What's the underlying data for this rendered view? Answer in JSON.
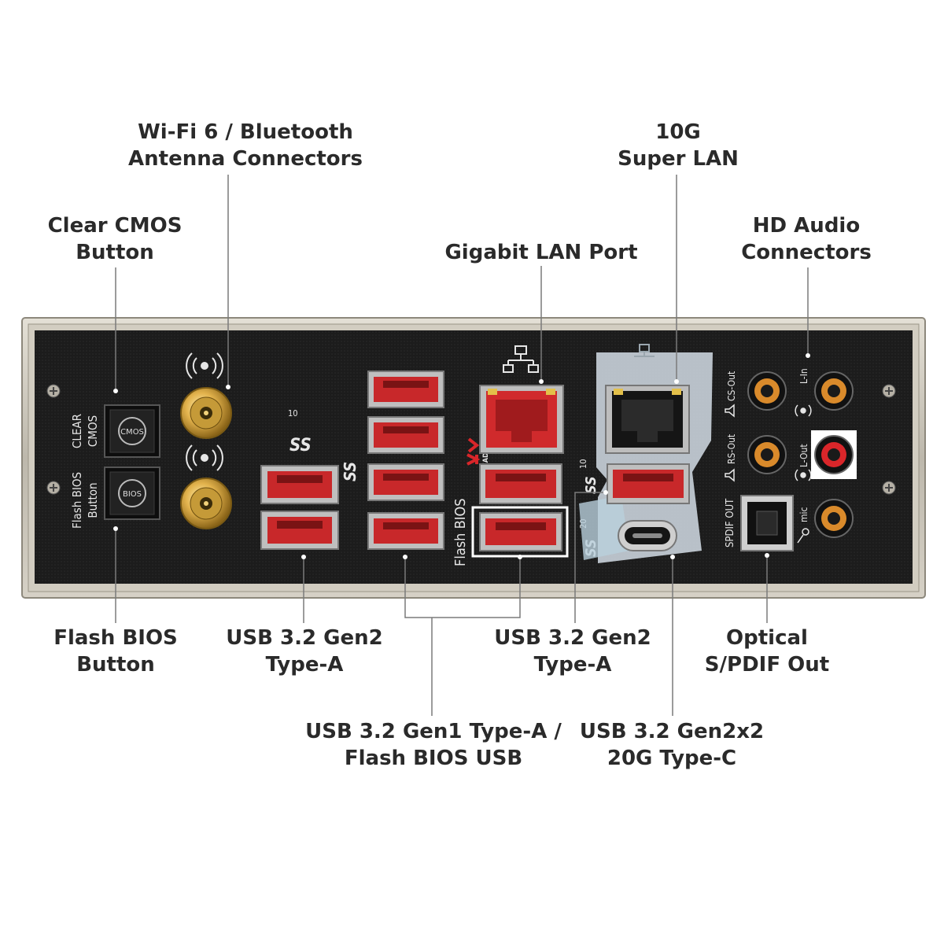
{
  "callouts": {
    "wifi": {
      "line1": "Wi-Fi 6 / Bluetooth",
      "line2": "Antenna Connectors"
    },
    "lan10g": {
      "line1": "10G",
      "line2": "Super LAN"
    },
    "clear_cmos": {
      "line1": "Clear CMOS",
      "line2": "Button"
    },
    "gigabit": {
      "line1": "Gigabit LAN Port"
    },
    "hd_audio": {
      "line1": "HD Audio",
      "line2": "Connectors"
    },
    "flash_bios": {
      "line1": "Flash BIOS",
      "line2": "Button"
    },
    "usb_gen2_left": {
      "line1": "USB 3.2 Gen2",
      "line2": "Type-A"
    },
    "usb_gen2_right": {
      "line1": "USB 3.2 Gen2",
      "line2": "Type-A"
    },
    "optical": {
      "line1": "Optical",
      "line2": "S/PDIF Out"
    },
    "usb_gen1": {
      "line1": "USB 3.2 Gen1 Type-A /",
      "line2": "Flash BIOS USB"
    },
    "usb_gen2x2": {
      "line1": "USB 3.2 Gen2x2",
      "line2": "20G Type-C"
    }
  },
  "panel": {
    "clear_label_1": "CLEAR",
    "clear_label_2": "CMOS",
    "cmos_button": "CMOS",
    "flash_label_1": "Flash BIOS",
    "flash_label_2": "Button",
    "bios_button": "BIOS",
    "flash_bios_text": "Flash BIOS",
    "ready_text": "READY",
    "cs_out": "CS-Out",
    "rs_out": "RS-Out",
    "l_in": "L-In",
    "l_out": "L-Out",
    "mic": "mic",
    "spdif_out": "SPDIF OUT",
    "ss10_a": "10",
    "ss10_b": "10",
    "ss20": "20"
  },
  "colors": {
    "usb_red": "#c8282a",
    "plate": "#1e1e1e",
    "frame": "#c9c4b8",
    "gold": "#d9a441",
    "audio_orange": "#d98a2b",
    "audio_red": "#d9262a"
  }
}
